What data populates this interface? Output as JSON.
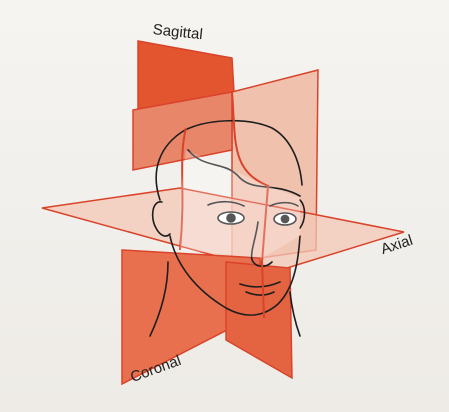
{
  "figure": {
    "labels": {
      "sagittal": "Sagittal",
      "axial": "Axial",
      "coronal": "Coronal"
    }
  },
  "colors": {
    "plane_fill_dark": "#e2552f",
    "plane_fill_light": "#f0b9a3",
    "plane_stroke": "#d9432a",
    "face_line": "#1e1e1e",
    "background": "#f4f2ee"
  }
}
